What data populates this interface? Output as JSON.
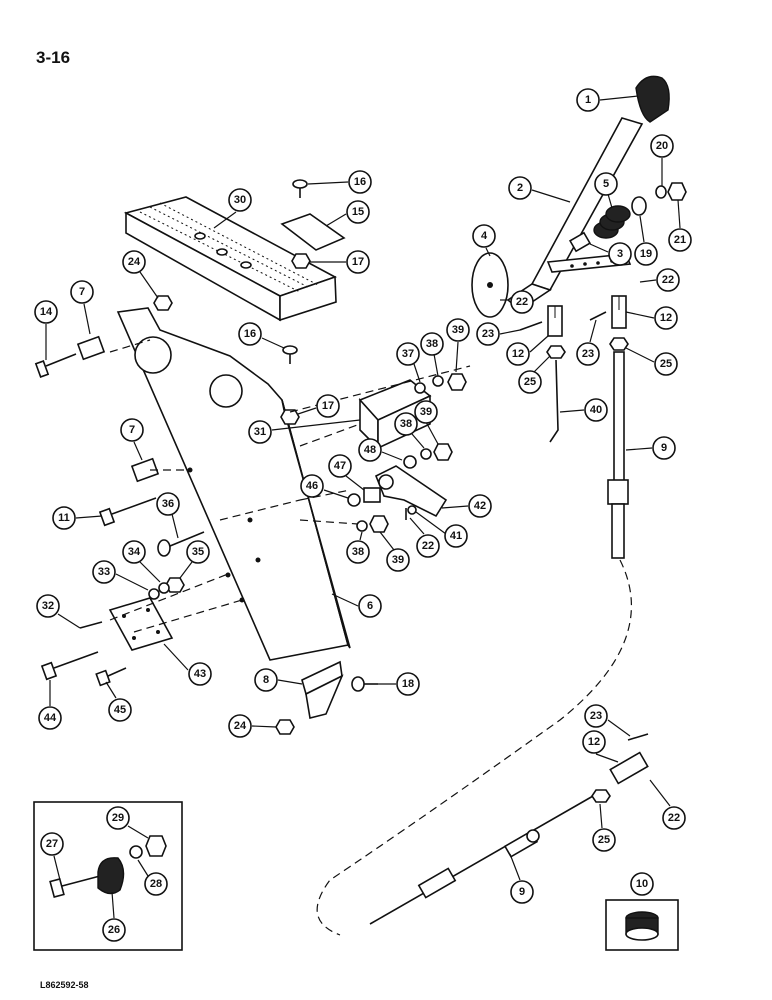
{
  "page": {
    "number": "3-16",
    "reference_code": "L862592-58"
  },
  "callouts": [
    {
      "id": "c1",
      "label": "1"
    },
    {
      "id": "c2",
      "label": "2"
    },
    {
      "id": "c3",
      "label": "3"
    },
    {
      "id": "c4",
      "label": "4"
    },
    {
      "id": "c5",
      "label": "5"
    },
    {
      "id": "c6",
      "label": "6"
    },
    {
      "id": "c7a",
      "label": "7"
    },
    {
      "id": "c7b",
      "label": "7"
    },
    {
      "id": "c8",
      "label": "8"
    },
    {
      "id": "c9a",
      "label": "9"
    },
    {
      "id": "c9b",
      "label": "9"
    },
    {
      "id": "c10",
      "label": "10"
    },
    {
      "id": "c11",
      "label": "11"
    },
    {
      "id": "c12a",
      "label": "12"
    },
    {
      "id": "c12b",
      "label": "12"
    },
    {
      "id": "c12c",
      "label": "12"
    },
    {
      "id": "c14",
      "label": "14"
    },
    {
      "id": "c15",
      "label": "15"
    },
    {
      "id": "c16a",
      "label": "16"
    },
    {
      "id": "c16b",
      "label": "16"
    },
    {
      "id": "c17a",
      "label": "17"
    },
    {
      "id": "c17b",
      "label": "17"
    },
    {
      "id": "c18",
      "label": "18"
    },
    {
      "id": "c19",
      "label": "19"
    },
    {
      "id": "c20",
      "label": "20"
    },
    {
      "id": "c21",
      "label": "21"
    },
    {
      "id": "c22a",
      "label": "22"
    },
    {
      "id": "c22b",
      "label": "22"
    },
    {
      "id": "c22c",
      "label": "22"
    },
    {
      "id": "c22d",
      "label": "22"
    },
    {
      "id": "c23a",
      "label": "23"
    },
    {
      "id": "c23b",
      "label": "23"
    },
    {
      "id": "c23c",
      "label": "23"
    },
    {
      "id": "c24a",
      "label": "24"
    },
    {
      "id": "c24b",
      "label": "24"
    },
    {
      "id": "c25a",
      "label": "25"
    },
    {
      "id": "c25b",
      "label": "25"
    },
    {
      "id": "c25c",
      "label": "25"
    },
    {
      "id": "c26",
      "label": "26"
    },
    {
      "id": "c27",
      "label": "27"
    },
    {
      "id": "c28",
      "label": "28"
    },
    {
      "id": "c29",
      "label": "29"
    },
    {
      "id": "c30",
      "label": "30"
    },
    {
      "id": "c31",
      "label": "31"
    },
    {
      "id": "c32",
      "label": "32"
    },
    {
      "id": "c33",
      "label": "33"
    },
    {
      "id": "c34",
      "label": "34"
    },
    {
      "id": "c35",
      "label": "35"
    },
    {
      "id": "c36",
      "label": "36"
    },
    {
      "id": "c37",
      "label": "37"
    },
    {
      "id": "c38a",
      "label": "38"
    },
    {
      "id": "c38b",
      "label": "38"
    },
    {
      "id": "c38c",
      "label": "38"
    },
    {
      "id": "c39a",
      "label": "39"
    },
    {
      "id": "c39b",
      "label": "39"
    },
    {
      "id": "c39c",
      "label": "39"
    },
    {
      "id": "c40",
      "label": "40"
    },
    {
      "id": "c41",
      "label": "41"
    },
    {
      "id": "c42",
      "label": "42"
    },
    {
      "id": "c43",
      "label": "43"
    },
    {
      "id": "c44",
      "label": "44"
    },
    {
      "id": "c45",
      "label": "45"
    },
    {
      "id": "c46",
      "label": "46"
    },
    {
      "id": "c47",
      "label": "47"
    },
    {
      "id": "c48",
      "label": "48"
    }
  ]
}
